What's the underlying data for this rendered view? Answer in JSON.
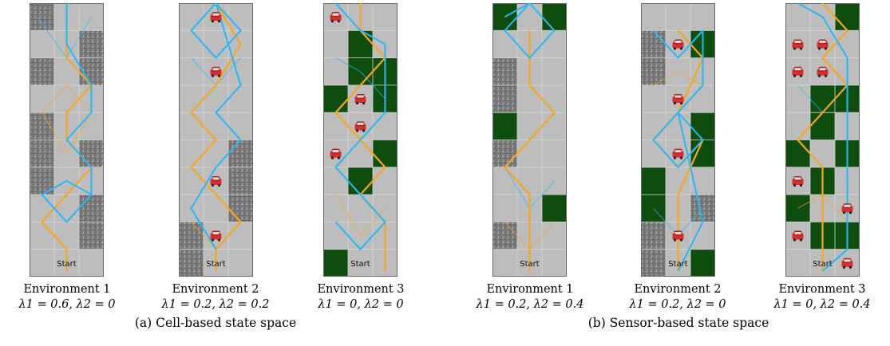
{
  "panels": [
    {
      "id": "a1",
      "environment_label": "Environment 1",
      "lambda_text": "λ1 = 0.6,  λ2 = 0",
      "start_label": "Start",
      "columns": 3,
      "rows": 10,
      "grid": [
        "TGG",
        "GGT",
        "TGT",
        "GGG",
        "TGG",
        "TGT",
        "TGG",
        "GGT",
        "GGT",
        "GGG"
      ],
      "obstacles": [],
      "orange_path": [
        [
          1.5,
          0
        ],
        [
          1.5,
          2
        ],
        [
          2.5,
          3
        ],
        [
          1.5,
          4
        ],
        [
          1.5,
          5
        ],
        [
          2.5,
          6
        ],
        [
          1.5,
          7
        ],
        [
          0.5,
          8
        ],
        [
          1.5,
          9
        ],
        [
          1.5,
          9.8
        ]
      ],
      "blue_path": [
        [
          1.5,
          0
        ],
        [
          1.5,
          1.5
        ],
        [
          2.5,
          3
        ],
        [
          2.5,
          4
        ],
        [
          1.5,
          5
        ],
        [
          2.5,
          6
        ],
        [
          2.5,
          7
        ],
        [
          1.5,
          8
        ],
        [
          0.5,
          7
        ],
        [
          1.5,
          6.5
        ],
        [
          2.5,
          7
        ]
      ],
      "faint_paths": [
        [
          [
            0.3,
            0.5
          ],
          [
            1.5,
            2
          ],
          [
            2.5,
            0.5
          ]
        ],
        [
          [
            0.5,
            4
          ],
          [
            1.5,
            3
          ],
          [
            2.5,
            4
          ],
          [
            1.5,
            5.5
          ],
          [
            0.5,
            4
          ]
        ]
      ]
    },
    {
      "id": "a2",
      "environment_label": "Environment 2",
      "lambda_text": "λ1 = 0.2,  λ2 = 0.2",
      "start_label": "Start",
      "columns": 3,
      "rows": 10,
      "grid": [
        "GGG",
        "GGG",
        "GGG",
        "GGG",
        "GGG",
        "GGT",
        "GGT",
        "GGT",
        "TGG",
        "TGG"
      ],
      "obstacles": [
        [
          1.5,
          0.5
        ],
        [
          1.5,
          2.5
        ],
        [
          1.5,
          6.5
        ],
        [
          1.5,
          8.5
        ]
      ],
      "orange_path": [
        [
          1.5,
          0
        ],
        [
          2.5,
          1.5
        ],
        [
          1.5,
          3
        ],
        [
          0.5,
          4
        ],
        [
          1.5,
          5
        ],
        [
          0.5,
          6
        ],
        [
          1.5,
          7
        ],
        [
          2.5,
          8
        ],
        [
          1.5,
          9
        ],
        [
          1.5,
          9.8
        ]
      ],
      "blue_path": [
        [
          1.5,
          0
        ],
        [
          0.5,
          1
        ],
        [
          1.5,
          2
        ],
        [
          2.5,
          1
        ],
        [
          1.5,
          0
        ],
        [
          2.5,
          3
        ],
        [
          1.5,
          4
        ],
        [
          2.5,
          5
        ],
        [
          1.5,
          6
        ],
        [
          0.5,
          7.5
        ],
        [
          1.5,
          9
        ]
      ],
      "faint_paths": [
        [
          [
            0.5,
            2
          ],
          [
            1.5,
            3
          ],
          [
            2.5,
            2
          ]
        ],
        [
          [
            0.5,
            8
          ],
          [
            1.5,
            9
          ],
          [
            2.5,
            8
          ]
        ]
      ]
    },
    {
      "id": "a3",
      "environment_label": "Environment 3",
      "lambda_text": "λ1 = 0,  λ2 = 0",
      "start_label": "Start",
      "columns": 3,
      "rows": 10,
      "grid": [
        "GGG",
        "GFG",
        "GFF",
        "FGF",
        "GGG",
        "GGF",
        "GFG",
        "GGG",
        "GGG",
        "FGG"
      ],
      "obstacles": [
        [
          0.5,
          0.5
        ],
        [
          1.5,
          3.5
        ],
        [
          1.5,
          4.5
        ],
        [
          0.5,
          5.5
        ]
      ],
      "orange_path": [
        [
          1.5,
          0
        ],
        [
          1.5,
          1
        ],
        [
          2.5,
          2
        ],
        [
          1.5,
          3
        ],
        [
          0.5,
          4
        ],
        [
          1.5,
          5
        ],
        [
          2.5,
          6
        ],
        [
          1.5,
          7
        ],
        [
          2.5,
          8
        ],
        [
          2.5,
          9
        ],
        [
          2.5,
          9.8
        ]
      ],
      "blue_path": [
        [
          0.5,
          0
        ],
        [
          1.5,
          1
        ],
        [
          2.5,
          1.5
        ],
        [
          2.5,
          4
        ],
        [
          1.5,
          5
        ],
        [
          0.5,
          6
        ],
        [
          1.5,
          7
        ],
        [
          2.5,
          8
        ],
        [
          1.5,
          9
        ],
        [
          0.5,
          8
        ]
      ],
      "faint_paths": [
        [
          [
            0.5,
            2
          ],
          [
            1.5,
            2.5
          ],
          [
            2.5,
            3.5
          ]
        ],
        [
          [
            0.5,
            7
          ],
          [
            1.5,
            8.5
          ],
          [
            2.5,
            7.5
          ]
        ]
      ]
    },
    {
      "id": "b1",
      "environment_label": "Environment 1",
      "lambda_text": "λ1 = 0.2,  λ2 = 0.4",
      "start_label": "Start",
      "columns": 3,
      "rows": 10,
      "grid": [
        "FGF",
        "GGG",
        "TGG",
        "TGG",
        "FGG",
        "TGG",
        "GGG",
        "GGF",
        "TGG",
        "GGG"
      ],
      "obstacles": [],
      "orange_path": [
        [
          1.5,
          1
        ],
        [
          1.5,
          3
        ],
        [
          2.5,
          4
        ],
        [
          1.5,
          5
        ],
        [
          0.5,
          6
        ],
        [
          1.5,
          7
        ],
        [
          1.5,
          9
        ],
        [
          1.5,
          9.8
        ]
      ],
      "blue_path": [
        [
          0.5,
          0.5
        ],
        [
          1.5,
          0
        ],
        [
          2.5,
          1
        ],
        [
          1.5,
          2
        ],
        [
          0.5,
          1
        ],
        [
          1.5,
          0
        ]
      ],
      "faint_paths": [
        [
          [
            0.5,
            6
          ],
          [
            1.5,
            7.5
          ],
          [
            2.5,
            6.5
          ]
        ],
        [
          [
            0.5,
            8
          ],
          [
            1.5,
            9
          ],
          [
            2.5,
            8
          ]
        ]
      ]
    },
    {
      "id": "b2",
      "environment_label": "Environment 2",
      "lambda_text": "λ1 = 0.2,  λ2 = 0",
      "start_label": "Start",
      "columns": 3,
      "rows": 10,
      "grid": [
        "GGG",
        "TGF",
        "TGG",
        "GGG",
        "GGF",
        "GGF",
        "FGG",
        "FGT",
        "TGG",
        "TGF"
      ],
      "obstacles": [
        [
          1.5,
          1.5
        ],
        [
          1.5,
          3.5
        ],
        [
          1.5,
          5.5
        ],
        [
          1.5,
          8.5
        ]
      ],
      "orange_path": [
        [
          1.5,
          1
        ],
        [
          2.5,
          2
        ],
        [
          1.5,
          4
        ],
        [
          0.5,
          5
        ],
        [
          1.5,
          6
        ],
        [
          2.5,
          5
        ],
        [
          1.5,
          7
        ],
        [
          1.5,
          9.8
        ]
      ],
      "blue_path": [
        [
          0.5,
          1
        ],
        [
          1.5,
          2
        ],
        [
          2.5,
          1
        ],
        [
          2.5,
          3
        ],
        [
          1.5,
          4
        ],
        [
          0.5,
          5
        ],
        [
          1.5,
          6
        ],
        [
          2.5,
          5
        ],
        [
          1.5,
          4
        ],
        [
          2.5,
          8
        ],
        [
          1.5,
          9.8
        ]
      ],
      "faint_paths": [
        [
          [
            0.5,
            7.5
          ],
          [
            1.5,
            8.5
          ],
          [
            2.5,
            7.5
          ]
        ],
        [
          [
            0.5,
            3
          ],
          [
            1.5,
            2.5
          ],
          [
            2.5,
            3
          ]
        ]
      ]
    },
    {
      "id": "b3",
      "environment_label": "Environment 3",
      "lambda_text": "λ1 = 0,  λ2 = 0.4",
      "start_label": "Start",
      "columns": 3,
      "rows": 10,
      "grid": [
        "GGF",
        "GGG",
        "GGG",
        "GFF",
        "GFG",
        "FGF",
        "GFG",
        "FGG",
        "GFF",
        "GGG"
      ],
      "obstacles": [
        [
          0.5,
          1.5
        ],
        [
          1.5,
          1.5
        ],
        [
          0.5,
          2.5
        ],
        [
          1.5,
          2.5
        ],
        [
          0.5,
          6.5
        ],
        [
          2.5,
          7.5
        ],
        [
          0.5,
          8.5
        ],
        [
          2.5,
          9.5
        ]
      ],
      "orange_path": [
        [
          1.5,
          0
        ],
        [
          2.5,
          1
        ],
        [
          1.5,
          2
        ],
        [
          2.5,
          3
        ],
        [
          1.5,
          4
        ],
        [
          0.5,
          5
        ],
        [
          1.5,
          6
        ],
        [
          1.5,
          9.8
        ]
      ],
      "blue_path": [
        [
          0.5,
          0
        ],
        [
          1.5,
          0.5
        ],
        [
          2.5,
          2
        ],
        [
          2.5,
          9
        ],
        [
          1.5,
          9.8
        ]
      ],
      "faint_paths": [
        [
          [
            0.5,
            3
          ],
          [
            1.5,
            4
          ],
          [
            2.5,
            3
          ]
        ],
        [
          [
            0.5,
            7.5
          ],
          [
            1.5,
            7
          ],
          [
            2.5,
            8
          ]
        ]
      ]
    }
  ],
  "subcaptions": {
    "a": "(a) Cell-based state space",
    "b": "(b) Sensor-based state space"
  },
  "colors": {
    "road": "#bdbdbd",
    "grass": "#0f4d0f",
    "gravel": "#8a8a8a",
    "grid_line": "#d6d6d6",
    "orange": "#f5a623",
    "blue": "#29b6f6",
    "car_body": "#d32f2f"
  }
}
